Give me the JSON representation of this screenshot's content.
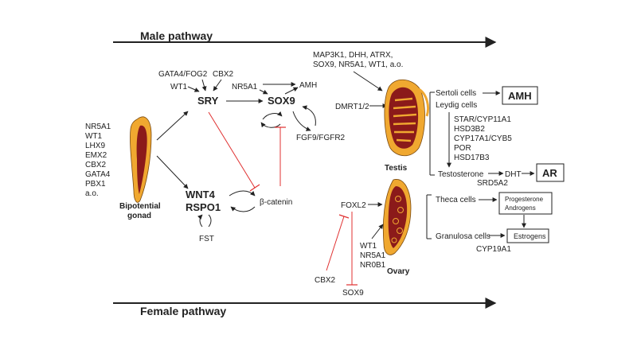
{
  "pathways": {
    "male": "Male pathway",
    "female": "Female pathway"
  },
  "bipotential": {
    "genes": [
      "NR5A1",
      "WT1",
      "LHX9",
      "EMX2",
      "CBX2",
      "GATA4",
      "PBX1",
      "a.o."
    ],
    "label_line1": "Bipotential",
    "label_line2": "gonad"
  },
  "male_branch": {
    "gata4_fog2": "GATA4/FOG2",
    "cbx2": "CBX2",
    "wt1": "WT1",
    "sry": "SRY",
    "nr5a1": "NR5A1",
    "sox9": "SOX9",
    "amh": "AMH",
    "fgf9": "FGF9/FGFR2"
  },
  "female_branch": {
    "wnt4": "WNT4",
    "rspo1": "RSPO1",
    "beta_catenin": "β-catenin",
    "fst": "FST"
  },
  "testis": {
    "regulators": [
      "MAP3K1, DHH, ATRX,",
      "SOX9, NR5A1, WT1, a.o."
    ],
    "dmrt": "DMRT1/2",
    "label": "Testis",
    "sertoli": "Sertoli cells",
    "leydig": "Leydig cells",
    "amh_box": "AMH",
    "steroid_genes": [
      "STAR/CYP11A1",
      "HSD3B2",
      "CYP17A1/CYB5",
      "POR",
      "HSD17B3"
    ],
    "testosterone": "Testosterone",
    "dht": "DHT",
    "srd5a2": "SRD5A2",
    "ar_box": "AR"
  },
  "ovary": {
    "foxl2": "FOXL2",
    "regulators": [
      "WT1",
      "NR5A1",
      "NR0B1"
    ],
    "label": "Ovary",
    "cbx2": "CBX2",
    "sox9": "SOX9",
    "theca": "Theca cells",
    "granulosa": "Granulosa  cells",
    "prog_box": [
      "Progesterone",
      "Androgens"
    ],
    "estrogens_box": "Estrogens",
    "cyp19a1": "CYP19A1"
  },
  "colors": {
    "gonad_outer": "#f0a830",
    "gonad_inner": "#8b1a1a",
    "inhibition_line": "#e03030",
    "arrow": "#222222"
  },
  "icons": {
    "activation": "arrow",
    "inhibition": "t-bar"
  }
}
